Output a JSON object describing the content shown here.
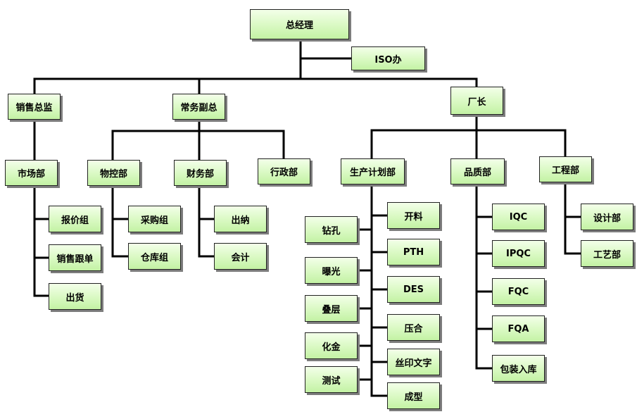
{
  "colors": {
    "box_fill_top": "#f3ffe9",
    "box_fill_bottom": "#c3f2a4",
    "line": "#000000",
    "shadow": "#7d7d7d"
  },
  "nodes": {
    "gm": "总经理",
    "iso": "ISO办",
    "sales_director": "销售总监",
    "exec_vp": "常务副总",
    "factory_director": "厂长",
    "marketing": "市场部",
    "quoting": "报价组",
    "sales_followup": "销售跟单",
    "shipping": "出货",
    "materials": "物控部",
    "purchasing": "采购组",
    "warehouse": "仓库组",
    "finance": "财务部",
    "cashier": "出纳",
    "accounting": "会计",
    "admin": "行政部",
    "production_planning": "生产计划部",
    "drilling": "钻孔",
    "exposure": "曝光",
    "lamination_stack": "叠层",
    "chem_gold": "化金",
    "testing": "测试",
    "cutting": "开料",
    "pth": "PTH",
    "des": "DES",
    "pressing": "压合",
    "silkscreen": "丝印文字",
    "profiling": "成型",
    "quality": "品质部",
    "iqc": "IQC",
    "ipqc": "IPQC",
    "fqc": "FQC",
    "fqa": "FQA",
    "packing": "包装入库",
    "engineering": "工程部",
    "design": "设计部",
    "process": "工艺部"
  }
}
